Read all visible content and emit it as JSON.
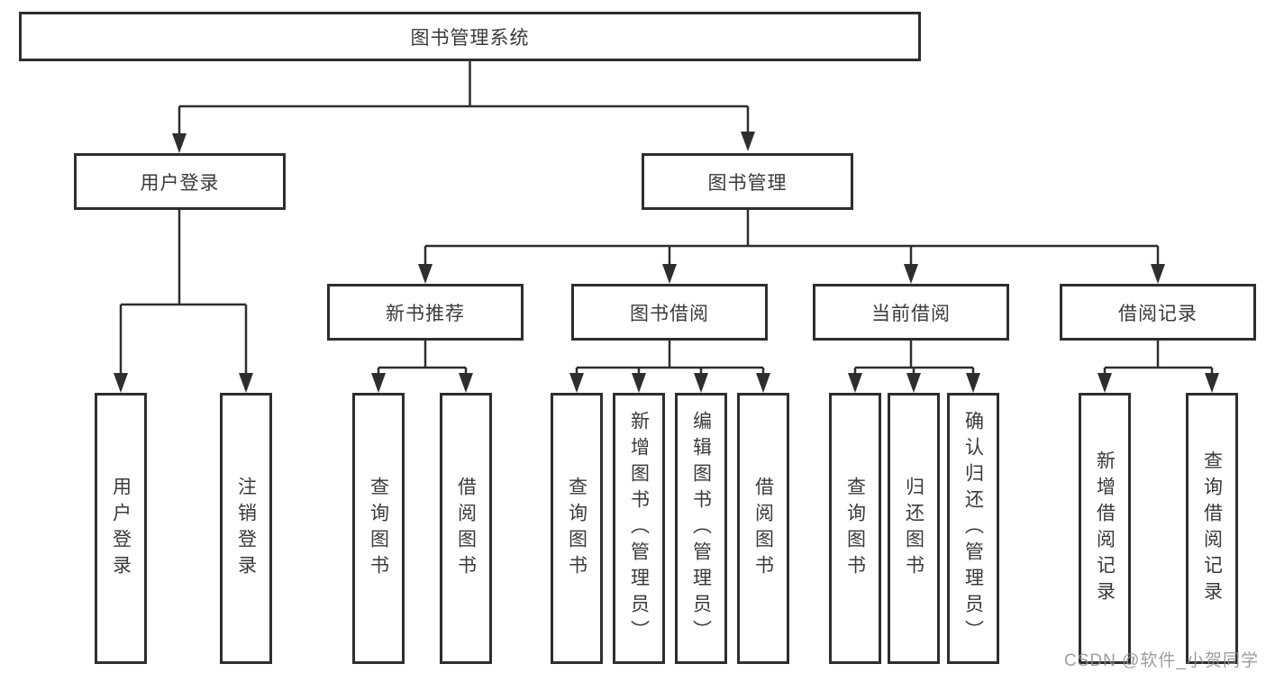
{
  "tree": {
    "root": "图书管理系统",
    "branches": [
      {
        "label": "用户登录",
        "leaves": [
          "用户登录",
          "注销登录"
        ]
      },
      {
        "label": "图书管理",
        "children": [
          {
            "label": "新书推荐",
            "leaves": [
              "查询图书",
              "借阅图书"
            ]
          },
          {
            "label": "图书借阅",
            "leaves": [
              "查询图书",
              "新增图书（管理员）",
              "编辑图书（管理员）",
              "借阅图书"
            ]
          },
          {
            "label": "当前借阅",
            "leaves": [
              "查询图书",
              "归还图书",
              "确认归还（管理员）"
            ]
          },
          {
            "label": "借阅记录",
            "leaves": [
              "新增借阅记录",
              "查询借阅记录"
            ]
          }
        ]
      }
    ]
  },
  "watermark": "CSDN @软件_小贺同学",
  "colors": {
    "line": "#2e2e2e",
    "text": "#3a3a3a",
    "watermark": "#8c8c8c"
  }
}
